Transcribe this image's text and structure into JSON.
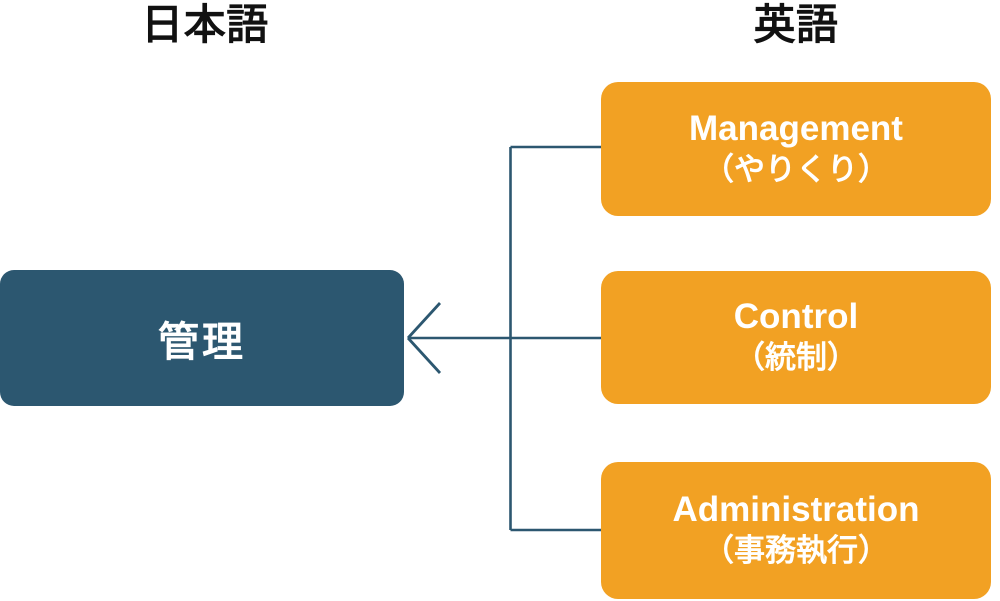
{
  "diagram": {
    "background_color": "#FFFFFF",
    "columns": [
      {
        "id": "japanese",
        "label": "日本語"
      },
      {
        "id": "english",
        "label": "英語"
      }
    ],
    "target": {
      "label": "管理",
      "color": "#2C5770",
      "text_color": "#FFFFFF"
    },
    "sources": [
      {
        "id": "management",
        "english": "Management",
        "japanese": "（やりくり）",
        "color": "#F2A123",
        "text_color": "#FFFFFF"
      },
      {
        "id": "control",
        "english": "Control",
        "japanese": "（統制）",
        "color": "#F2A123",
        "text_color": "#FFFFFF"
      },
      {
        "id": "administration",
        "english": "Administration",
        "japanese": "（事務執行）",
        "color": "#F2A123",
        "text_color": "#FFFFFF"
      }
    ],
    "connector": {
      "type": "merge-arrow",
      "direction": "right-to-left",
      "line_color": "#2C5770",
      "arrowhead_style": "open-v",
      "icon": "left-arrow-icon"
    }
  }
}
